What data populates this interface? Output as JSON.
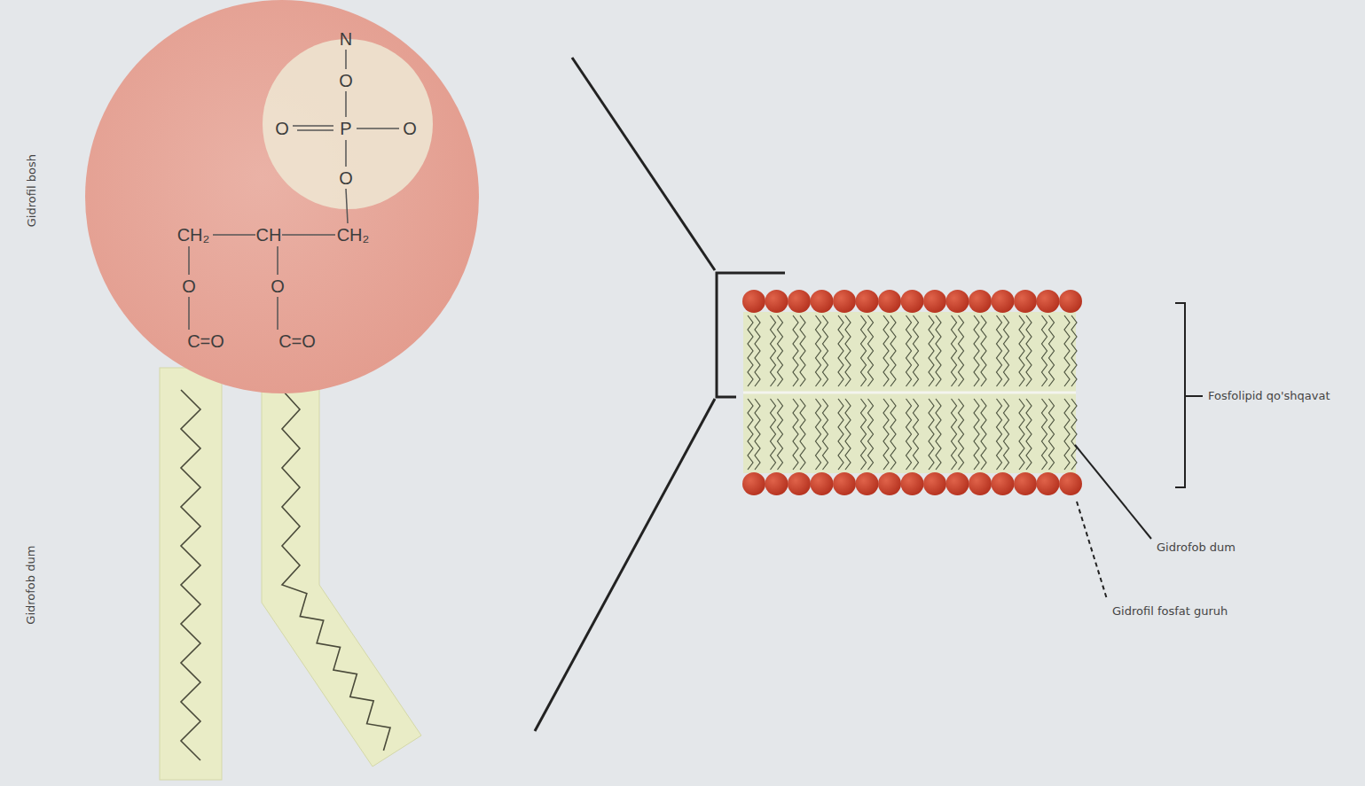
{
  "diagram": {
    "labels": [
      "Gidrofil bosh",
      "Gidrofob dum",
      "N",
      "O",
      "O",
      "P",
      "O",
      "O",
      "CH₂",
      "CH",
      "CH₂",
      "O",
      "O",
      "C=O",
      "C=O",
      "Fosfolipid qo'shqavat",
      "Gidrofob dum",
      "Gidrofil fosfat guruh"
    ]
  }
}
